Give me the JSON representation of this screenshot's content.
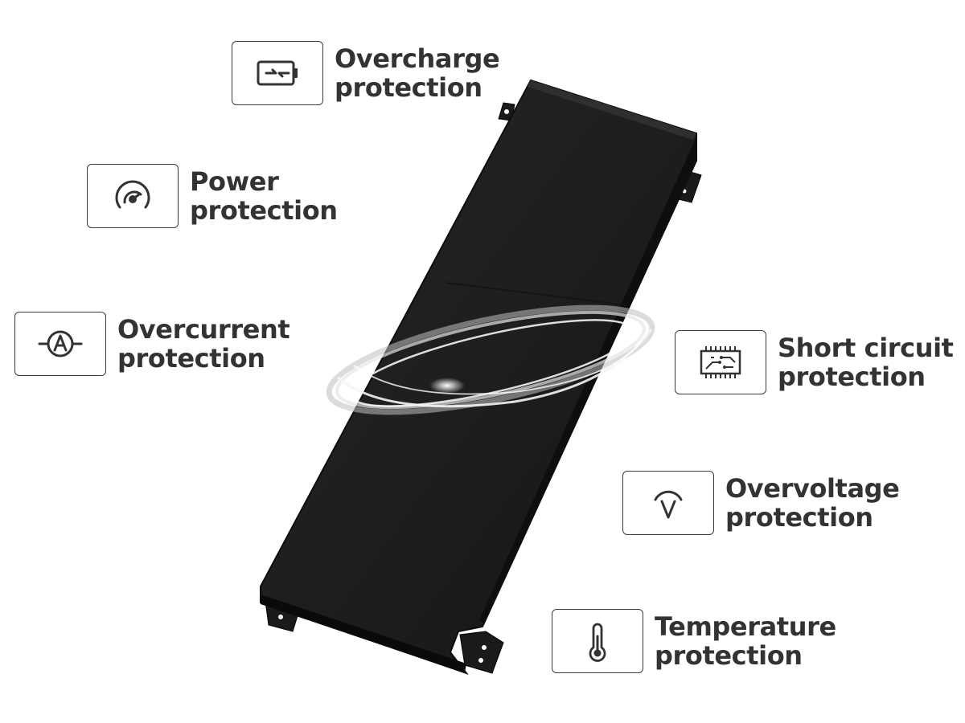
{
  "features": [
    {
      "id": "overcharge",
      "icon": "battery-charge-icon",
      "line1": "Overcharge",
      "line2": "protection"
    },
    {
      "id": "power",
      "icon": "gauge-icon",
      "line1": "Power",
      "line2": "protection"
    },
    {
      "id": "overcurrent",
      "icon": "ammeter-icon",
      "line1": "Overcurrent",
      "line2": "protection"
    },
    {
      "id": "short-circuit",
      "icon": "circuit-board-icon",
      "line1": "Short circuit",
      "line2": "protection"
    },
    {
      "id": "overvoltage",
      "icon": "voltmeter-icon",
      "line1": "Overvoltage",
      "line2": "protection"
    },
    {
      "id": "temperature",
      "icon": "thermometer-icon",
      "line1": "Temperature",
      "line2": "protection"
    }
  ],
  "colors": {
    "text": "#333333",
    "border": "#3a3a3a",
    "battery": "#1c1c1c",
    "background": "#ffffff"
  }
}
